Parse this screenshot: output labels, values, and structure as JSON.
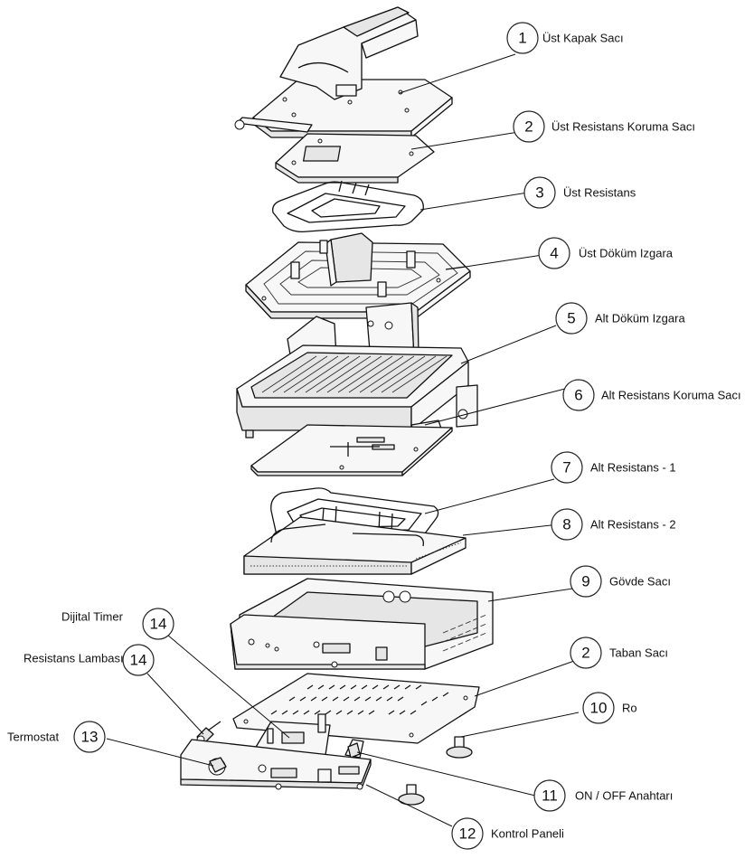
{
  "callouts": [
    {
      "id": "c1",
      "number": "1",
      "label": "Üst Kapak Sacı"
    },
    {
      "id": "c2",
      "number": "2",
      "label": "Üst Resistans Koruma Sacı"
    },
    {
      "id": "c3",
      "number": "3",
      "label": "Üst Resistans"
    },
    {
      "id": "c4",
      "number": "4",
      "label": "Üst Döküm Izgara"
    },
    {
      "id": "c5",
      "number": "5",
      "label": "Alt Döküm Izgara"
    },
    {
      "id": "c6",
      "number": "6",
      "label": "Alt Resistans Koruma Sacı"
    },
    {
      "id": "c7",
      "number": "7",
      "label": "Alt Resistans - 1"
    },
    {
      "id": "c8",
      "number": "8",
      "label": "Alt Resistans - 2"
    },
    {
      "id": "c9",
      "number": "9",
      "label": "Gövde Sacı"
    },
    {
      "id": "c2b",
      "number": "2",
      "label": "Taban Sacı"
    },
    {
      "id": "c10",
      "number": "10",
      "label": "Ro"
    },
    {
      "id": "c11",
      "number": "11",
      "label": "ON / OFF Anahtarı"
    },
    {
      "id": "c12",
      "number": "12",
      "label": "Kontrol Paneli"
    },
    {
      "id": "c13",
      "number": "13",
      "label": "Termostat"
    },
    {
      "id": "c14a",
      "number": "14",
      "label": "Dijital Timer"
    },
    {
      "id": "c14b",
      "number": "14",
      "label": "Resistans Lambası"
    }
  ]
}
